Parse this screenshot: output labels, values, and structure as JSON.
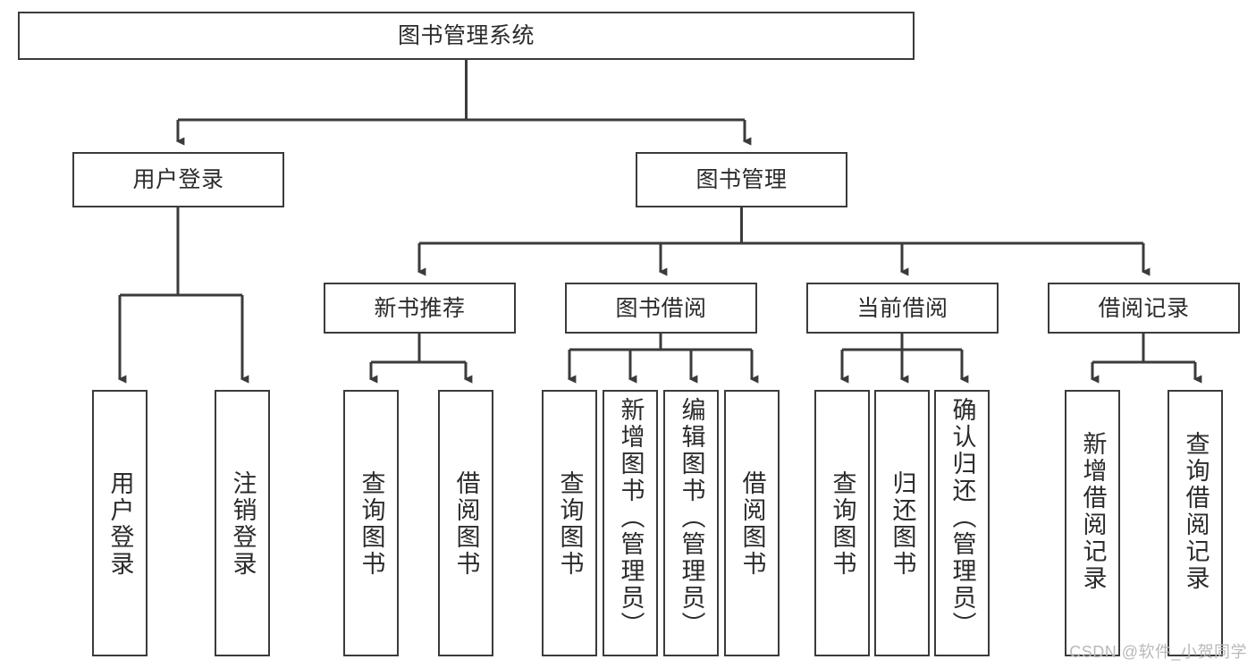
{
  "diagram": {
    "title_node": {
      "label": "图书管理系统"
    },
    "level2": [
      {
        "id": "user-login",
        "label": "用户登录"
      },
      {
        "id": "book-management",
        "label": "图书管理"
      }
    ],
    "level3": [
      {
        "id": "new-book-recommend",
        "label": "新书推荐"
      },
      {
        "id": "book-borrow",
        "label": "图书借阅"
      },
      {
        "id": "current-borrow",
        "label": "当前借阅"
      },
      {
        "id": "borrow-record",
        "label": "借阅记录"
      }
    ],
    "leaves": {
      "user_login": [
        {
          "id": "leaf-user-login",
          "label": "用户登录"
        },
        {
          "id": "leaf-logout-login",
          "label": "注销登录"
        }
      ],
      "new_book_recommend": [
        {
          "id": "leaf-query-book-1",
          "label": "查询图书"
        },
        {
          "id": "leaf-borrow-book-1",
          "label": "借阅图书"
        }
      ],
      "book_borrow": [
        {
          "id": "leaf-query-book-2",
          "label": "查询图书"
        },
        {
          "id": "leaf-add-book",
          "label": "新增图书（管理员）"
        },
        {
          "id": "leaf-edit-book",
          "label": "编辑图书（管理员）"
        },
        {
          "id": "leaf-borrow-book-2",
          "label": "借阅图书"
        }
      ],
      "current_borrow": [
        {
          "id": "leaf-query-book-3",
          "label": "查询图书"
        },
        {
          "id": "leaf-return-book",
          "label": "归还图书"
        },
        {
          "id": "leaf-confirm-return",
          "label": "确认归还（管理员）"
        }
      ],
      "borrow_record": [
        {
          "id": "leaf-add-borrow-record",
          "label": "新增借阅记录"
        },
        {
          "id": "leaf-query-borrow-record",
          "label": "查询借阅记录"
        }
      ]
    }
  },
  "watermark": {
    "text": "CSDN @软件_小贺同学"
  },
  "colors": {
    "border": "#3b3b3b",
    "text": "#2b2b2b",
    "background": "#ffffff",
    "watermark": "#b9b9b9"
  }
}
